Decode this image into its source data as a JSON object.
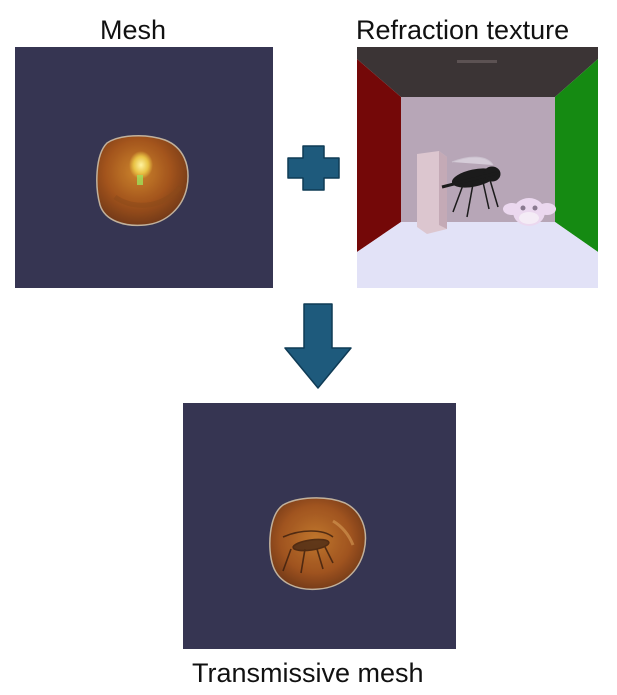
{
  "labels": {
    "mesh": "Mesh",
    "refraction_texture": "Refraction texture",
    "transmissive_mesh": "Transmissive mesh"
  },
  "icons": {
    "plus": "plus-icon",
    "down_arrow": "arrow-down-icon"
  },
  "colors": {
    "panel_bg": "#363552",
    "operator": "#1e5a7c",
    "operator_stroke": "#0f3b55",
    "blob_orange": "#b8641e",
    "room_left_wall": "#740808",
    "room_right_wall": "#158a12",
    "room_back_wall": "#b7a6b7",
    "room_floor": "#e2e2f7",
    "room_ceiling": "#3b3435"
  }
}
